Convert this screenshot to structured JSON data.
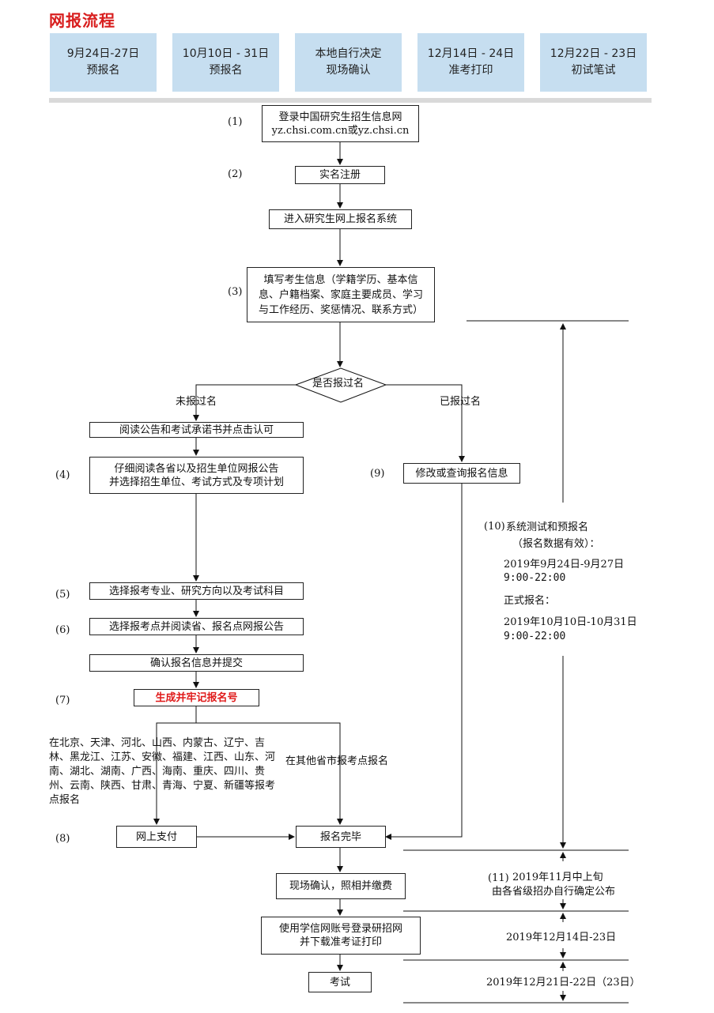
{
  "title": "网报流程",
  "phases": [
    {
      "date": "9月24日-27日",
      "name": "预报名"
    },
    {
      "date": "10月10日 - 31日",
      "name": "预报名"
    },
    {
      "date": "本地自行决定",
      "name": "现场确认"
    },
    {
      "date": "12月14日 - 24日",
      "name": "准考打印"
    },
    {
      "date": "12月22日 - 23日",
      "name": "初试笔试"
    }
  ],
  "steps": {
    "login": [
      "登录中国研究生招生信息网",
      "yz.chsi.com.cn或yz.chsi.cn"
    ],
    "register": "实名注册",
    "enter_system": "进入研究生网上报名系统",
    "fill_info": [
      "填写考生信息（学籍学历、基本信",
      "息、户籍档案、家庭主要成员、学习",
      "与工作经历、奖惩情况、联系方式）"
    ],
    "decision": "是否报过名",
    "branch_no": "未报过名",
    "branch_yes": "已报过名",
    "read_notice": "阅读公告和考试承诺书并点击认可",
    "select_unit": [
      "仔细阅读各省以及招生单位网报公告",
      "并选择招生单位、考试方式及专项计划"
    ],
    "modify": "修改或查询报名信息",
    "select_major": "选择报考专业、研究方向以及考试科目",
    "select_site": "选择报考点并阅读省、报名点网报公告",
    "confirm_submit": "确认报名信息并提交",
    "gen_number": "生成并牢记报名号",
    "regions_text": "在北京、天津、河北、山西、内蒙古、辽宁、吉林、黑龙江、江苏、安徽、福建、江西、山东、河南、湖北、湖南、广西、海南、重庆、四川、贵州、云南、陕西、甘肃、青海、宁夏、新疆等报考点报名",
    "other_provinces": "在其他省市报考点报名",
    "pay_online": "网上支付",
    "complete": "报名完毕",
    "onsite_confirm": "现场确认，照相并缴费",
    "print_ticket": [
      "使用学信网账号登录研招网",
      "并下载准考证打印"
    ],
    "exam": "考试"
  },
  "numbers": [
    "(1)",
    "(2)",
    "(3)",
    "(4)",
    "(5)",
    "(6)",
    "(7)",
    "(8)",
    "(9)",
    "(10)",
    "(11)"
  ],
  "timeline": {
    "pre_title": "系统测试和预报名",
    "pre_note": "（报名数据有效）：",
    "pre_date": "2019年9月24日-9月27日",
    "pre_time": "9:00-22:00",
    "formal_title": "正式报名：",
    "formal_date": "2019年10月10日-10月31日",
    "formal_time": "9:00-22:00",
    "confirm_line1": "2019年11月中上旬",
    "confirm_line2": "由各省级招办自行确定公布",
    "print_date": "2019年12月14日-23日",
    "exam_date": "2019年12月21日-22日（23日）"
  },
  "colors": {
    "title": "#d81e1e",
    "phase_bg": "#c6def0",
    "highlight": "#e01a1a"
  }
}
